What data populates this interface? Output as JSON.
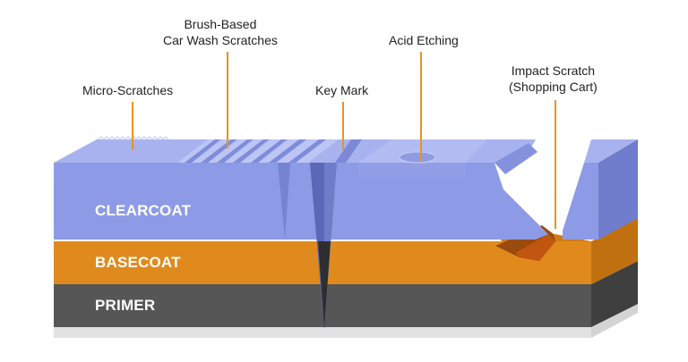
{
  "callouts": {
    "micro": "Micro-Scratches",
    "brush_line1": "Brush-Based",
    "brush_line2": "Car Wash Scratches",
    "key": "Key Mark",
    "acid": "Acid Etching",
    "impact_line1": "Impact Scratch",
    "impact_line2": "(Shopping Cart)"
  },
  "layers": {
    "clearcoat": "CLEARCOAT",
    "basecoat": "BASECOAT",
    "primer": "PRIMER"
  },
  "colors": {
    "clearcoat": "#8d9be6",
    "clearcoat_top": "#a6b1ef",
    "basecoat": "#e18a1e",
    "primer": "#555555",
    "leader": "#e8941f"
  }
}
